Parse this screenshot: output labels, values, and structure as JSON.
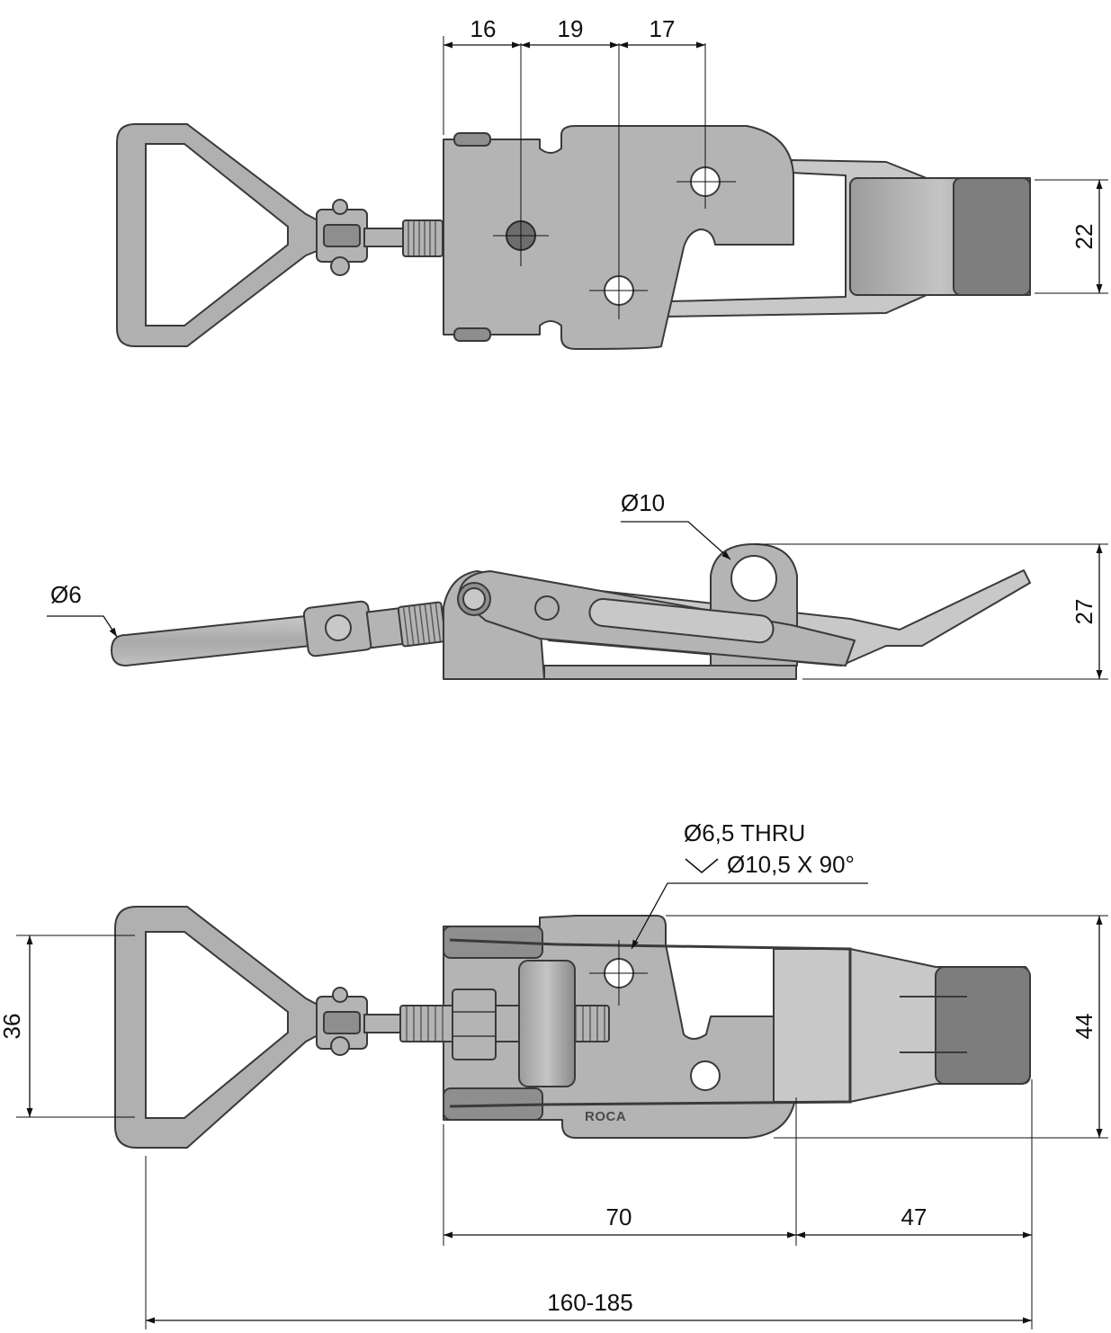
{
  "dimensions": {
    "top_pitch_1": "16",
    "top_pitch_2": "19",
    "top_pitch_3": "17",
    "top_height": "22",
    "side_loop_diameter": "Ø10",
    "side_rod_diameter": "Ø6",
    "side_height": "27",
    "hole_note_line1": "Ø6,5 THRU",
    "hole_note_line2": "Ø10,5 X 90°",
    "bottom_handle_width": "36",
    "bottom_width": "44",
    "base_length": "70",
    "hook_length": "47",
    "overall_length": "160-185"
  },
  "logo_text": "ROCA",
  "colors": {
    "part_fill": "#b4b4b4",
    "part_outline": "#3a3a3a",
    "dimension_line": "#111111",
    "background": "#ffffff"
  }
}
